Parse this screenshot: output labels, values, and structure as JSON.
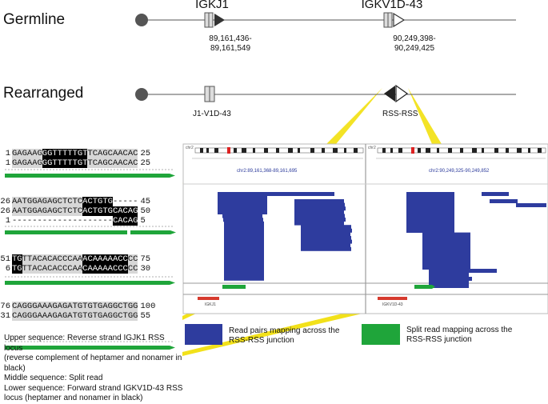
{
  "rows": {
    "germline": "Germline",
    "rearranged": "Rearranged"
  },
  "genes": {
    "igkj1": "IGKJ1",
    "igkv": "IGKV1D-43"
  },
  "coords": {
    "igkj1_line1": "89,161,436-",
    "igkj1_line2": "89,161,549",
    "igkv_line1": "90,249,398-",
    "igkv_line2": "90,249,425"
  },
  "rearranged_labels": {
    "junction": "J1-V1D-43",
    "rss": "RSS-RSS"
  },
  "alignments": [
    {
      "rows": [
        {
          "start": "1",
          "seq": "GAGAAGGGTTTTTGTTCAGCAACAC",
          "end": "25",
          "hl": [
            [
              6,
              15
            ]
          ]
        },
        {
          "start": "1",
          "seq": "GAGAAGGGTTTTTGTTCAGCAACAC",
          "end": "25",
          "hl": [
            [
              6,
              15
            ]
          ]
        }
      ]
    },
    {
      "rows": [
        {
          "start": "26",
          "seq": "AATGGAGAGCTCTCACTGTG-----",
          "end": "45",
          "hl": [
            [
              14,
              20
            ]
          ]
        },
        {
          "start": "26",
          "seq": "AATGGAGAGCTCTCACTGTGCACAG",
          "end": "50",
          "hl": [
            [
              14,
              20
            ],
            [
              20,
              25
            ]
          ]
        },
        {
          "start": "1",
          "seq": "--------------------CACAG",
          "end": "5",
          "hl": [
            [
              20,
              25
            ]
          ]
        }
      ]
    },
    {
      "rows": [
        {
          "start": "51",
          "seq": "TGTTACACACCCAAACAAAAACCCC",
          "end": "75",
          "hl": [
            [
              0,
              2
            ],
            [
              14,
              23
            ]
          ]
        },
        {
          "start": "6",
          "seq": "TGTTACACACCCAACAAAAACCCCC",
          "end": "30",
          "hl": [
            [
              0,
              2
            ],
            [
              14,
              23
            ]
          ]
        }
      ]
    },
    {
      "rows": [
        {
          "start": "76",
          "seq": "CAGGGAAAGAGATGTGTGAGGCTGG",
          "end": "100",
          "hl": []
        },
        {
          "start": "31",
          "seq": "CAGGGAAAGAGATGTGTGAGGCTGG",
          "end": "55",
          "hl": []
        }
      ]
    }
  ],
  "igv": {
    "left_locus": "chr2:89,161,368-89,161,695",
    "right_locus": "chr2:90,249,325-90,249,852",
    "left_gene": "IGKJ1",
    "right_gene": "IGKV1D-43",
    "chrom_label_left": "chr2",
    "chrom_label_right": "chr2"
  },
  "legend": {
    "blue_text_1": "Read pairs mapping across the",
    "blue_text_2": "RSS-RSS junction",
    "green_text_1": "Split read mapping across the",
    "green_text_2": "RSS-RSS junction",
    "blue_color": "#2e3c9e",
    "green_color": "#1fa53a"
  },
  "notes": [
    "Upper sequence: Reverse strand IGJK1 RSS locus",
    "(reverse complement of heptamer and nonamer in",
    "black)",
    "Middle sequence: Split read",
    "Lower sequence: Forward strand IGKV1D-43 RSS",
    "locus (heptamer and nonamer in black)"
  ]
}
